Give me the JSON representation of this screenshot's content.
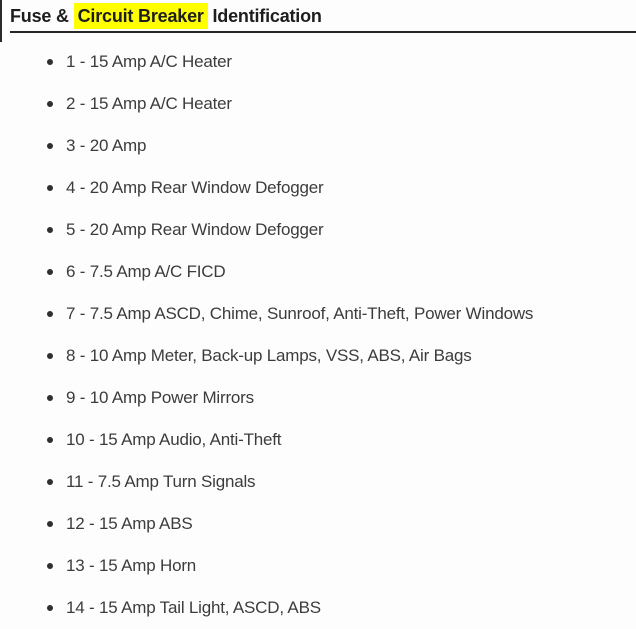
{
  "page": {
    "background_color": "#fdfdfd",
    "text_color": "#3c3c3c",
    "title_color": "#1d1d1d"
  },
  "header": {
    "title_prefix": "Fuse & ",
    "title_highlight": "Circuit Breaker",
    "title_suffix": " Identification",
    "highlight_color": "#ffff00"
  },
  "list": {
    "items": [
      {
        "label": "1 - 15 Amp A/C Heater"
      },
      {
        "label": "2 - 15 Amp A/C Heater"
      },
      {
        "label": "3 - 20 Amp"
      },
      {
        "label": "4 - 20 Amp Rear Window Defogger"
      },
      {
        "label": "5 - 20 Amp Rear Window Defogger"
      },
      {
        "label": "6 - 7.5 Amp A/C FICD"
      },
      {
        "label": "7 - 7.5 Amp ASCD, Chime, Sunroof, Anti-Theft, Power Windows"
      },
      {
        "label": "8 - 10 Amp Meter, Back-up Lamps, VSS, ABS, Air Bags"
      },
      {
        "label": "9 - 10 Amp Power Mirrors"
      },
      {
        "label": "10 - 15 Amp Audio, Anti-Theft"
      },
      {
        "label": "11 - 7.5 Amp Turn Signals"
      },
      {
        "label": "12 - 15 Amp ABS"
      },
      {
        "label": "13 - 15 Amp Horn"
      },
      {
        "label": "14 - 15 Amp Tail Light, ASCD, ABS"
      }
    ]
  }
}
